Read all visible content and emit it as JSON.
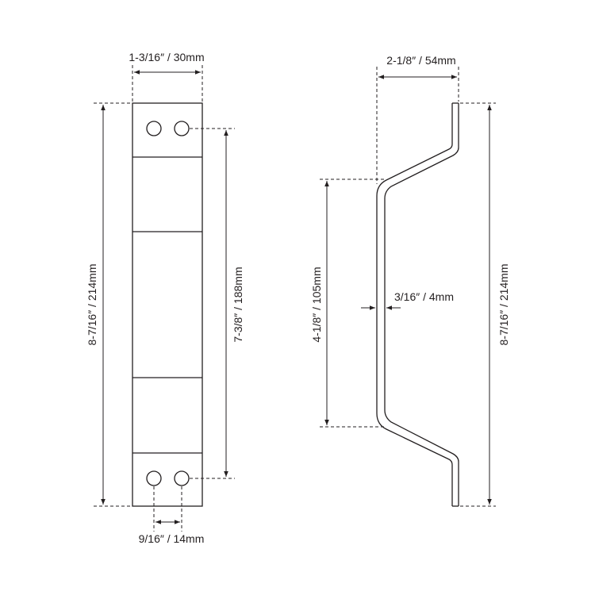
{
  "dimensions": {
    "front_width": "1-3/16″ / 30mm",
    "front_height": "8-7/16″ / 214mm",
    "hole_spacing_vertical": "7-3/8″ / 188mm",
    "hole_spacing_horizontal": "9/16″ / 14mm",
    "side_depth": "2-1/8″ / 54mm",
    "grip_length": "4-1/8″ / 105mm",
    "thickness": "3/16″ / 4mm",
    "side_height": "8-7/16″ / 214mm"
  },
  "colors": {
    "line": "#231f20",
    "background": "#ffffff"
  }
}
